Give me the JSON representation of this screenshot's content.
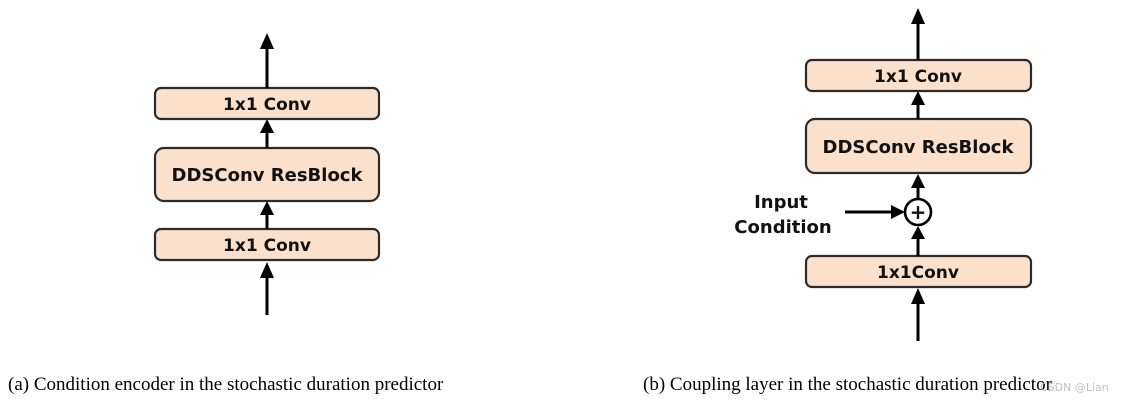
{
  "diagram_a": {
    "blocks": {
      "top": "1x1 Conv",
      "middle": "DDSConv ResBlock",
      "bottom": "1x1 Conv"
    },
    "caption": "(a) Condition encoder in the stochastic duration predictor"
  },
  "diagram_b": {
    "blocks": {
      "top": "1x1 Conv",
      "middle": "DDSConv ResBlock",
      "bottom": "1x1Conv"
    },
    "input_condition": [
      "Input",
      "Condition"
    ],
    "add_symbol": "+",
    "caption": "(b) Coupling layer in the stochastic duration predictor"
  },
  "watermark": "CSDN @Lian"
}
